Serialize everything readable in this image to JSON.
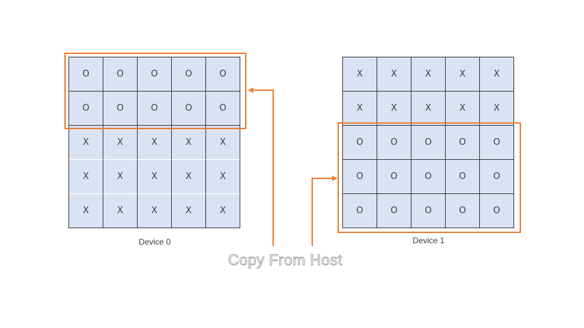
{
  "device0": {
    "label": "Device 0",
    "rows": [
      [
        "O",
        "O",
        "O",
        "O",
        "O"
      ],
      [
        "O",
        "O",
        "O",
        "O",
        "O"
      ],
      [
        "X",
        "X",
        "X",
        "X",
        "X"
      ],
      [
        "X",
        "X",
        "X",
        "X",
        "X"
      ],
      [
        "X",
        "X",
        "X",
        "X",
        "X"
      ]
    ]
  },
  "device1": {
    "label": "Device 1",
    "rows": [
      [
        "X",
        "X",
        "X",
        "X",
        "X"
      ],
      [
        "X",
        "X",
        "X",
        "X",
        "X"
      ],
      [
        "O",
        "O",
        "O",
        "O",
        "O"
      ],
      [
        "O",
        "O",
        "O",
        "O",
        "O"
      ],
      [
        "O",
        "O",
        "O",
        "O",
        "O"
      ]
    ]
  },
  "copy_label": "Copy From Host",
  "colors": {
    "cell_fill": "#dae3f3",
    "highlight": "#ed7d31",
    "grid_line": "#3a3a3a"
  }
}
